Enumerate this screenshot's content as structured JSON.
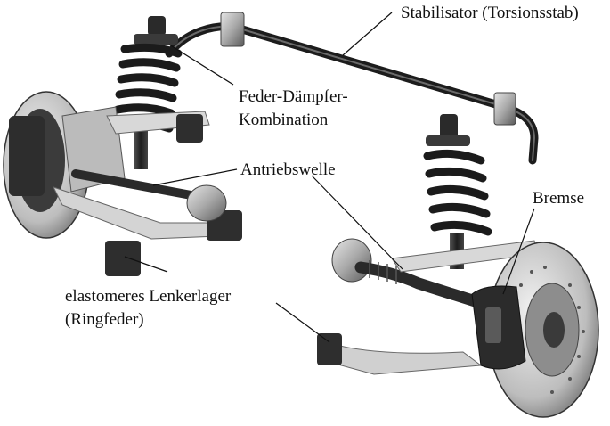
{
  "labels": {
    "stabilisator": "Stabilisator (Torsionsstab)",
    "feder_daempfer_line1": "Feder-Dämpfer-",
    "feder_daempfer_line2": "Kombination",
    "antriebswelle": "Antriebswelle",
    "bremse": "Bremse",
    "lenkerlager_line1": "elastomeres Lenkerlager",
    "lenkerlager_line2": "(Ringfeder)"
  },
  "colors": {
    "ink": "#111111",
    "metal_dark": "#2b2b2b",
    "metal_mid": "#8a8a8a",
    "metal_light": "#cfcfcf"
  }
}
